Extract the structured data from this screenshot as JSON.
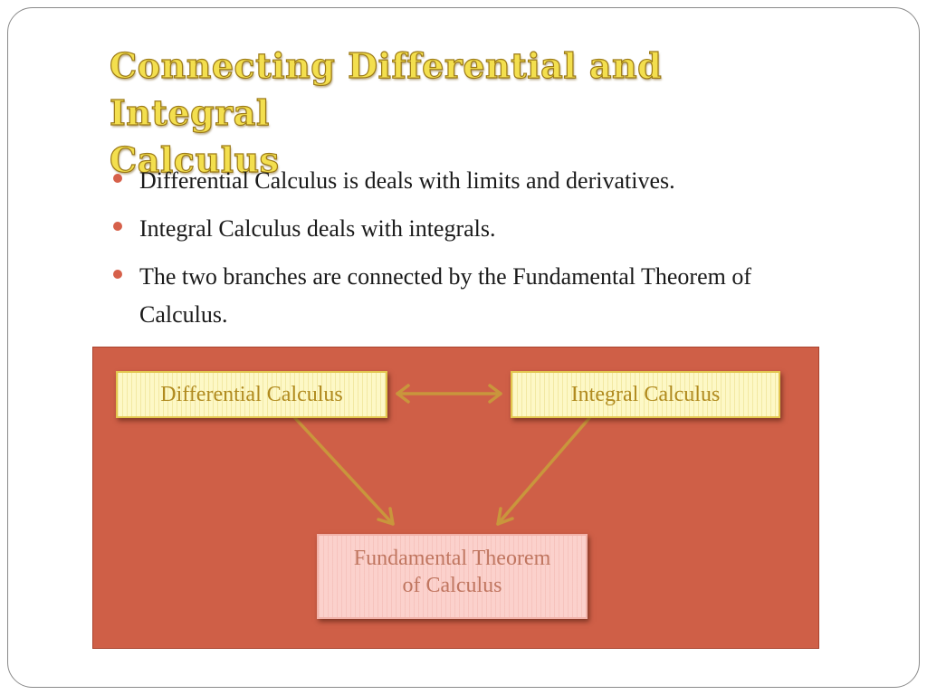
{
  "slide": {
    "title_line1": "Connecting Differential and Integral",
    "title_line2": "Calculus",
    "bullets": [
      "Differential Calculus is deals with limits and derivatives.",
      "Integral Calculus deals with integrals.",
      "The two branches are connected by the Fundamental Theorem of Calculus."
    ]
  },
  "diagram": {
    "node_differential": "Differential Calculus",
    "node_integral": "Integral Calculus",
    "node_theorem_line1": "Fundamental Theorem",
    "node_theorem_line2": "of Calculus",
    "colors": {
      "panel": "#cf5f47",
      "arrow": "#c9963c",
      "yellow_node_text": "#b08a1e",
      "pink_node_text": "#c07660"
    }
  }
}
